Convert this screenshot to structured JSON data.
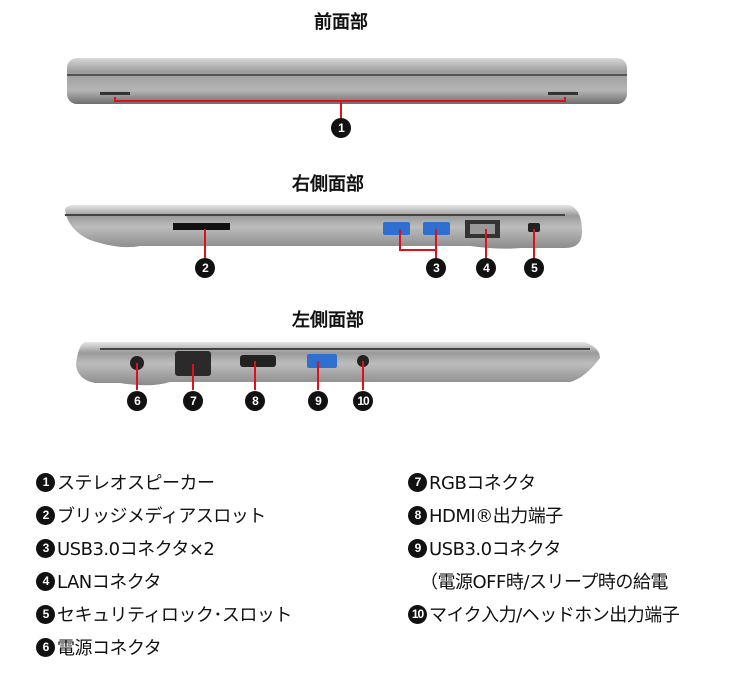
{
  "sections": {
    "front": "前面部",
    "right": "右側面部",
    "left": "左側面部"
  },
  "callouts": [
    "1",
    "2",
    "3",
    "4",
    "5",
    "6",
    "7",
    "8",
    "9",
    "10"
  ],
  "legend": [
    {
      "num": "1",
      "label": "ステレオスピーカー"
    },
    {
      "num": "2",
      "label": "ブリッジメディアスロット"
    },
    {
      "num": "3",
      "label": "USB3.0コネクタ×2"
    },
    {
      "num": "4",
      "label": "LANコネクタ"
    },
    {
      "num": "5",
      "label": "セキュリティロック･スロット"
    },
    {
      "num": "6",
      "label": "電源コネクタ"
    },
    {
      "num": "7",
      "label": "RGBコネクタ"
    },
    {
      "num": "8",
      "label": "HDMI®出力端子"
    },
    {
      "num": "9",
      "label": "USB3.0コネクタ",
      "continuation": "（電源OFF時/スリープ時の給電"
    },
    {
      "num": "10",
      "label": "マイク入力/ヘッドホン出力端子"
    }
  ],
  "colors": {
    "leader": "#e0101a",
    "body": "#a9a9a9",
    "callout": "#111111"
  }
}
